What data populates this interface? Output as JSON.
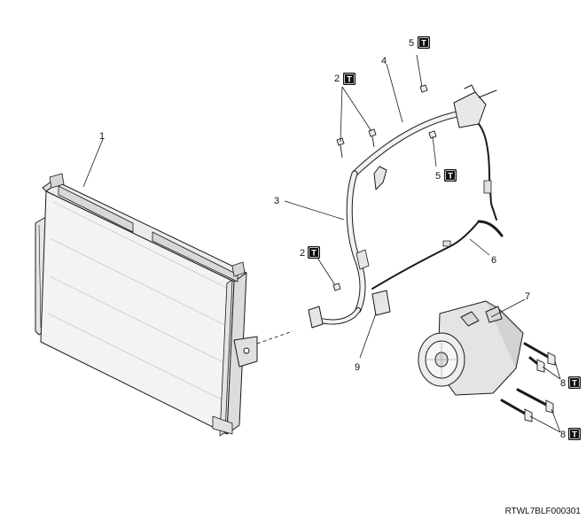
{
  "diagram": {
    "callouts": [
      {
        "id": "c1",
        "label": "1"
      },
      {
        "id": "c2a",
        "label": "2"
      },
      {
        "id": "c2b",
        "label": "2"
      },
      {
        "id": "c3",
        "label": "3"
      },
      {
        "id": "c4",
        "label": "4"
      },
      {
        "id": "c5a",
        "label": "5"
      },
      {
        "id": "c5b",
        "label": "5"
      },
      {
        "id": "c6",
        "label": "6"
      },
      {
        "id": "c7",
        "label": "7"
      },
      {
        "id": "c8a",
        "label": "8"
      },
      {
        "id": "c8b",
        "label": "8"
      },
      {
        "id": "c9",
        "label": "9"
      }
    ],
    "torque_symbol": "T",
    "reference_code": "RTWL7BLF000301"
  },
  "colors": {
    "line": "#1a1a1a",
    "part_fill": "#f2f2f2",
    "part_shade": "#d4d4d4",
    "badge_fill": "#111111",
    "badge_text": "#ffffff"
  }
}
